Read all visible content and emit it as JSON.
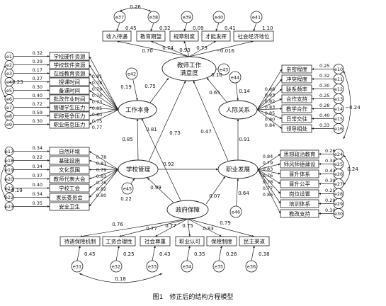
{
  "caption": "图1　修正后的结构方程模型",
  "colors": {
    "stroke": "#222222",
    "text": "#111111",
    "background": "#ffffff"
  },
  "latents": {
    "satisfaction": "教师工作\n满意度",
    "job": "工作本身",
    "relation": "人际关系",
    "school": "学校管理",
    "career": "职业发展",
    "policy": "政府保障"
  },
  "indicators": {
    "top": [
      "收入待遇",
      "教育期望",
      "规章制度",
      "才能发挥",
      "社会经济地位"
    ],
    "job": [
      "学校硬件资源",
      "学校软件资源",
      "在线教育资源",
      "授课时间",
      "备课时间",
      "批改作业时间",
      "管理学生压力",
      "职称竞争压力",
      "职业倦怠压力"
    ],
    "school": [
      "自然环境",
      "基础设施",
      "文化氛围",
      "教师代表大会",
      "学校工会",
      "家长委员会",
      "安全卫生"
    ],
    "relation": [
      "亲密程度",
      "冲突程度",
      "联系频率",
      "合作支持",
      "教学合作",
      "日常交往",
      "领导相处"
    ],
    "career": [
      "思想政治教育",
      "师风师德建设",
      "晋升体系",
      "晋升公平",
      "岗位设置",
      "培训体系",
      "教改支持"
    ],
    "bottom": [
      "待遇保障机制",
      "工资合理性",
      "社会尊重",
      "职业认可",
      "保障制度",
      "民主渠道"
    ]
  },
  "errors": {
    "top": [
      "e37",
      "e38",
      "e39",
      "e40",
      "e41"
    ],
    "job": [
      "e1",
      "e2",
      "e3",
      "e4",
      "e5",
      "e6",
      "e7",
      "e8",
      "e9"
    ],
    "school": [
      "e17",
      "e18",
      "e19",
      "e20",
      "e21",
      "e22",
      "e23"
    ],
    "relation": [
      "e10",
      "e11",
      "e12",
      "e13",
      "e14",
      "e15",
      "e16"
    ],
    "career": [
      "e24",
      "e25",
      "e26",
      "e27",
      "e28",
      "e29",
      "e30"
    ],
    "bottom": [
      "e31",
      "e32",
      "e33",
      "e34",
      "e35",
      "e36"
    ],
    "latent": [
      "e42",
      "e43",
      "e44",
      "e45",
      "e46"
    ]
  },
  "top_loadings": [
    "0.70",
    "0.74",
    "0.93",
    "0.73",
    "−0.016"
  ],
  "top_error_values": [
    "0.45",
    "0.32",
    "0.09",
    "0.41",
    "1.10"
  ],
  "top_cov": "0.26",
  "job_loadings": [
    "0.81",
    "0.78",
    "0.79",
    "0.74",
    "0.73",
    "0.85",
    "0.80",
    "0.75",
    "0.77"
  ],
  "job_error_values": [
    "0.32",
    "0.29",
    "0.17",
    "0.27",
    "0.30",
    "0.40",
    "0.72",
    "0.59",
    "0.30"
  ],
  "job_cov": "−0.23",
  "school_loadings": [
    "0.78",
    "0.81",
    "0.79",
    "0.83",
    "0.76",
    "0.82",
    "0.80"
  ],
  "school_error_values": [
    "0.34",
    "0.22",
    "0.34",
    "0.37",
    "0.40",
    "0.34",
    "0.35"
  ],
  "school_cov": "−0.19",
  "relation_loadings": [
    "0.88",
    "0.83",
    "0.82",
    "0.83",
    "0.85",
    "0.80",
    "0.84"
  ],
  "relation_error_values": [
    "0.25",
    "0.32",
    "0.30",
    "0.25",
    "0.28",
    "0.40",
    "0.33"
  ],
  "relation_cov": "−0.24",
  "career_loadings": [
    "0.84",
    "0.79",
    "0.83",
    "0.76",
    "0.78",
    "0.77",
    "0.86"
  ],
  "career_error_values": [
    "0.26",
    "0.34",
    "0.43",
    "0.39",
    "0.25",
    "0.29",
    "0.30"
  ],
  "career_cov": "0.24",
  "bottom_loadings": [
    "0.76",
    "0.77",
    "0.77",
    "0.75",
    "0.83",
    "0.79"
  ],
  "bottom_error_values": [
    "0.45",
    "0.25",
    "0.43",
    "0.35",
    "0.26",
    "0.38"
  ],
  "bottom_cov": "0.18",
  "latent_error_values": [
    "0.19",
    "0.10",
    "0.14",
    "0.22",
    "0.64"
  ],
  "paths": {
    "job_to_sat": "0.75",
    "school_to_sat": "0.73",
    "career_to_sat": "0.47",
    "relation_to_sat": "0.65",
    "school_to_job": "0.85",
    "policy_to_job": "0.81",
    "school_to_career": "0.92",
    "career_to_relation": "0.91",
    "policy_to_career": "0.07",
    "policy_to_school": "0.99"
  }
}
